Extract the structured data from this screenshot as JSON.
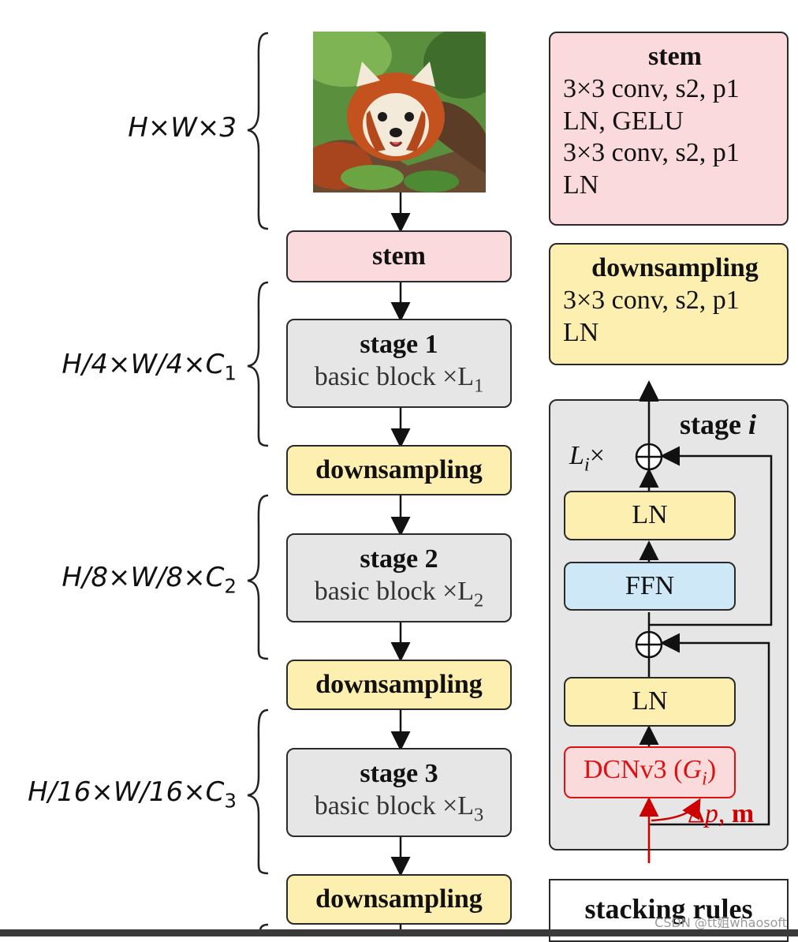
{
  "dims": {
    "input": "H×W×3",
    "stage1": {
      "pre": "H/4×W/4×C",
      "sub": "1"
    },
    "stage2": {
      "pre": "H/8×W/8×C",
      "sub": "2"
    },
    "stage3": {
      "pre": "H/16×W/16×C",
      "sub": "3"
    }
  },
  "pipeline": {
    "stem": "stem",
    "downsampling": "downsampling",
    "stages": [
      {
        "title": "stage 1",
        "body": "basic block ×L",
        "sub": "1"
      },
      {
        "title": "stage 2",
        "body": "basic block ×L",
        "sub": "2"
      },
      {
        "title": "stage 3",
        "body": "basic block ×L",
        "sub": "3"
      }
    ]
  },
  "stem_detail": {
    "title": "stem",
    "lines": [
      "3×3 conv, s2, p1",
      "LN, GELU",
      "3×3 conv, s2, p1",
      "LN"
    ]
  },
  "downsampling_detail": {
    "title": "downsampling",
    "lines": [
      "3×3 conv, s2, p1",
      "LN"
    ]
  },
  "stage_i": {
    "title": "stage ",
    "title_var": "i",
    "repeat_var": "L",
    "repeat_sub": "i",
    "repeat_suffix": "×",
    "ln": "LN",
    "ffn": "FFN",
    "dcn_pre": "DCNv3 (",
    "dcn_var": "G",
    "dcn_sub": "i",
    "dcn_post": ")",
    "offset_pre": "Δ",
    "offset_var": "p",
    "offset_post": ", ",
    "offset_m": "m"
  },
  "stacking_rules": {
    "title": "stacking rules"
  },
  "watermark": "CSDN @tt姐whaosoft",
  "colors": {
    "stem": "#fadadd",
    "downsampling": "#fdefb0",
    "stage": "#e6e6e6",
    "ffn": "#cfe8f8",
    "dcn": "#d11111"
  },
  "image": {
    "subject": "red panda photo"
  }
}
